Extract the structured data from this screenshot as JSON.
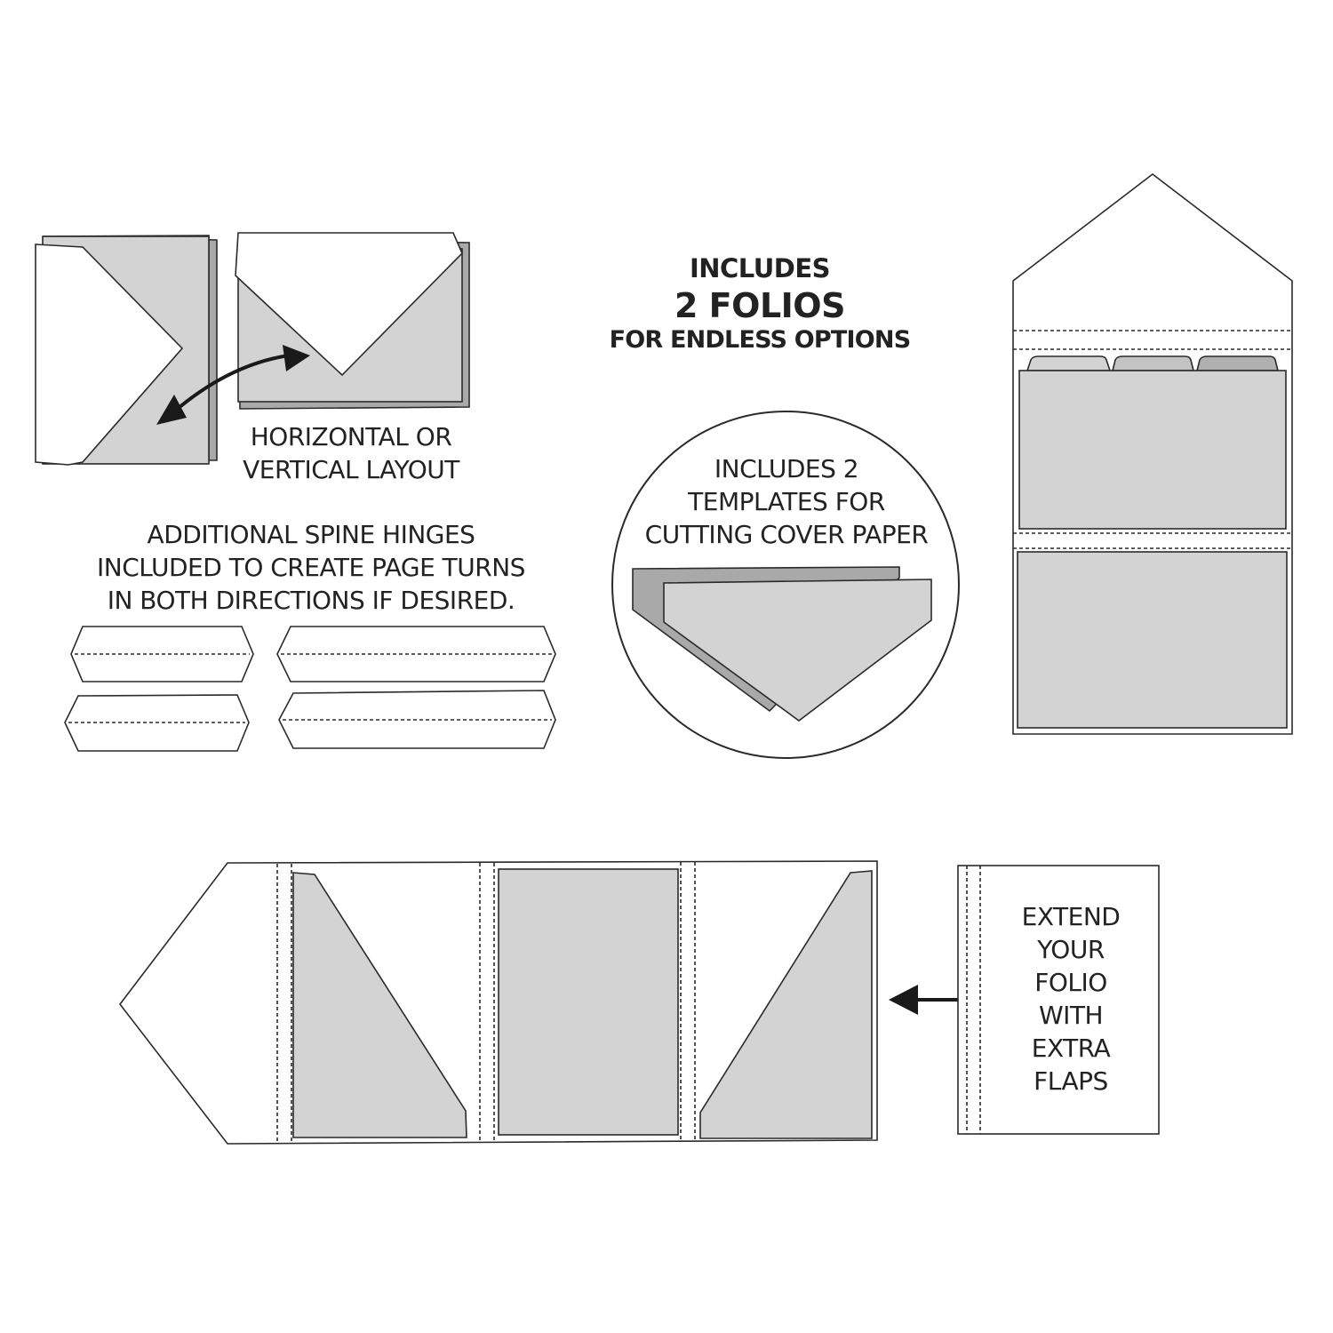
{
  "headline": {
    "line1": "INCLUDES",
    "line2": "2 FOLIOS",
    "line3": "FOR ENDLESS OPTIONS"
  },
  "layout_label": {
    "line1": "HORIZONTAL OR",
    "line2": "VERTICAL LAYOUT"
  },
  "hinges_label": {
    "line1": "ADDITIONAL SPINE HINGES",
    "line2": "INCLUDED TO CREATE PAGE TURNS",
    "line3": "IN BOTH DIRECTIONS IF DESIRED."
  },
  "templates_label": {
    "line1": "INCLUDES 2",
    "line2": "TEMPLATES FOR",
    "line3": "CUTTING COVER PAPER"
  },
  "extend_label": {
    "line1": "EXTEND",
    "line2": "YOUR",
    "line3": "FOLIO",
    "line4": "WITH",
    "line5": "EXTRA",
    "line6": "FLAPS"
  },
  "colors": {
    "outline": "#2a2a2a",
    "pocket_fill": "#d3d3d3",
    "shadow_fill": "#a9a9a9",
    "tab_dark": "#b0b0b0",
    "text": "#222222"
  }
}
